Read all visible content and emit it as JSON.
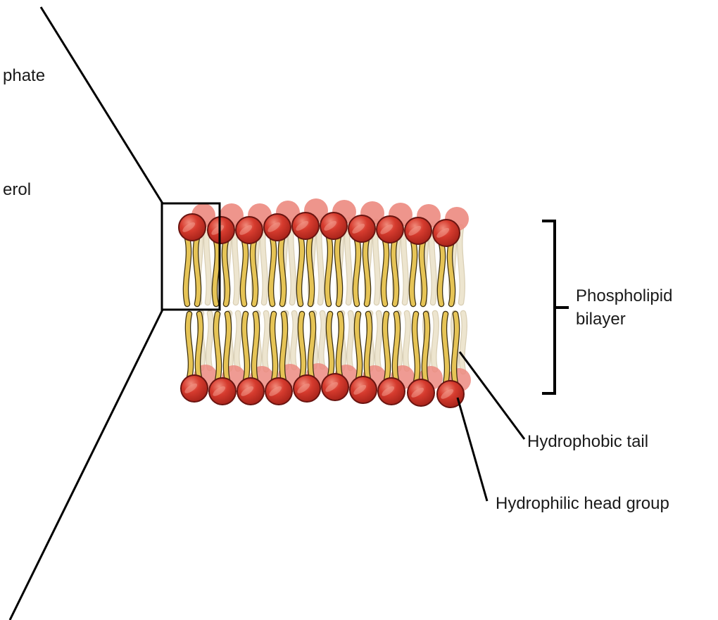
{
  "labels": {
    "phosphate_partial": "phate",
    "glycerol_partial": "erol",
    "bilayer_line1": "Phospholipid",
    "bilayer_line2": "bilayer",
    "tail": "Hydrophobic tail",
    "head": "Hydrophilic head group"
  },
  "colors": {
    "head": "#d63b2e",
    "head_outline": "#6a1410",
    "tail": "#e6c456",
    "tail_outline": "#3a2e10",
    "back_tail": "#ede5cf",
    "back_head": "#ec8a80",
    "line": "#000000"
  }
}
